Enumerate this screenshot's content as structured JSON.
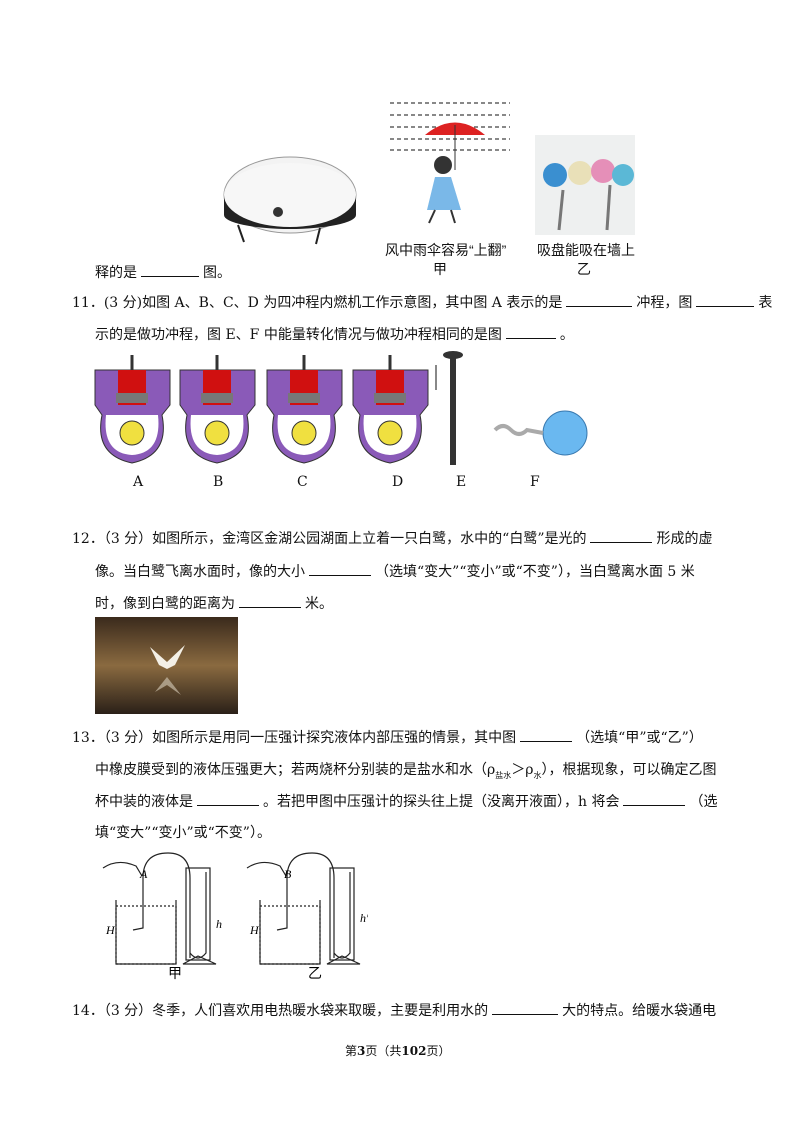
{
  "figures_top": {
    "umbrella_caption": "风中雨伞容易“上翻”",
    "umbrella_label": "甲",
    "suction_caption": "吸盘能吸在墙上",
    "suction_label": "乙"
  },
  "q10_tail": {
    "pre": "释的是",
    "post": "图。"
  },
  "q11": {
    "line1a": "11．(3 分)如图 A、B、C、D 为四冲程内燃机工作示意图，其中图 A 表示的是",
    "line1b": "冲程，图",
    "line1c": "表",
    "line2a": "示的是做功冲程，图 E、F 中能量转化情况与做功冲程相同的是图",
    "line2b": "。",
    "labels": [
      "A",
      "B",
      "C",
      "D",
      "E",
      "F"
    ]
  },
  "q12": {
    "line1a": "12．（3 分）如图所示，金湾区金湖公园湖面上立着一只白鹭，水中的“白鹭”是光的",
    "line1b": "形成的虚",
    "line2a": "像。当白鹭飞离水面时，像的大小",
    "line2b": "（选填“变大”“变小”或“不变”），当白鹭离水面 5 米",
    "line3a": "时，像到白鹭的距离为",
    "line3b": "米。"
  },
  "q13": {
    "line1a": "13．（3 分）如图所示是用同一压强计探究液体内部压强的情景，其中图",
    "line1b": "（选填“甲”或“乙”）",
    "line2a": "中橡皮膜受到的液体压强更大；若两烧杯分别装的是盐水和水（ρ",
    "sub1": "盐水",
    "gt": "＞ρ",
    "sub2": "水",
    "line2b": "），根据现象，可以确定乙图",
    "line3a": "杯中装的液体是",
    "line3b": "。若把甲图中压强计的探头往上提（没离开液面），h 将会",
    "line3c": "（选",
    "line4": "填“变大”“变小”或“不变”）。",
    "fig_labels": {
      "A": "A",
      "B": "B",
      "H1": "H",
      "H2": "H",
      "h1": "h",
      "h2": "h′",
      "jia": "甲",
      "yi": "乙"
    }
  },
  "q14": {
    "line1a": "14．（3 分）冬季，人们喜欢用电热暖水袋来取暖，主要是利用水的",
    "line1b": "大的特点。给暖水袋通电"
  },
  "footer": {
    "pre": "第",
    "page": "3",
    "mid": "页（共",
    "total": "102",
    "post": "页）"
  }
}
